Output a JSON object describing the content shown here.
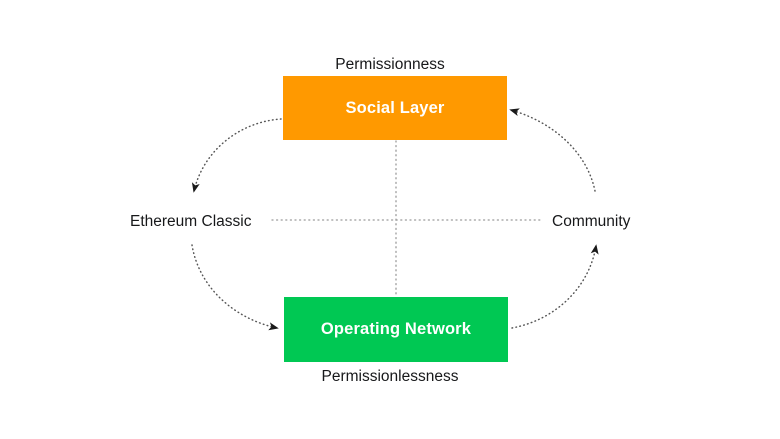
{
  "diagram": {
    "title_top": "Permissionness",
    "title_bottom": "Permissionlessness",
    "background_color": "#ffffff",
    "nodes": [
      {
        "id": "social-layer",
        "label": "Social Layer",
        "color": "#ff9900",
        "text_color": "#ffffff",
        "position": "top"
      },
      {
        "id": "operating-network",
        "label": "Operating Network",
        "color": "#00c853",
        "text_color": "#ffffff",
        "position": "bottom"
      }
    ],
    "side_labels": [
      {
        "id": "ethereum-classic",
        "label": "Ethereum Classic",
        "position": "left"
      },
      {
        "id": "community",
        "label": "Community",
        "position": "right"
      }
    ],
    "connector_color": "#555555",
    "connectors": [
      {
        "from": "social-layer",
        "to": "ethereum-classic",
        "style": "dotted-arc",
        "arrow": true
      },
      {
        "from": "ethereum-classic",
        "to": "operating-network",
        "style": "dotted-arc",
        "arrow": true
      },
      {
        "from": "operating-network",
        "to": "community",
        "style": "dotted-arc",
        "arrow": true
      },
      {
        "from": "community",
        "to": "social-layer",
        "style": "dotted-arc",
        "arrow": true
      },
      {
        "from": "social-layer",
        "to": "operating-network",
        "style": "dotted-line",
        "arrow": false
      },
      {
        "from": "ethereum-classic",
        "to": "community",
        "style": "dotted-line",
        "arrow": false
      }
    ]
  },
  "chart_data": {
    "type": "diagram",
    "title": "",
    "nodes": [
      "Social Layer",
      "Ethereum Classic",
      "Operating Network",
      "Community"
    ],
    "axis_labels": [
      "Permissionness",
      "Permissionlessness"
    ],
    "edges": [
      [
        "Social Layer",
        "Ethereum Classic"
      ],
      [
        "Ethereum Classic",
        "Operating Network"
      ],
      [
        "Operating Network",
        "Community"
      ],
      [
        "Community",
        "Social Layer"
      ]
    ]
  }
}
